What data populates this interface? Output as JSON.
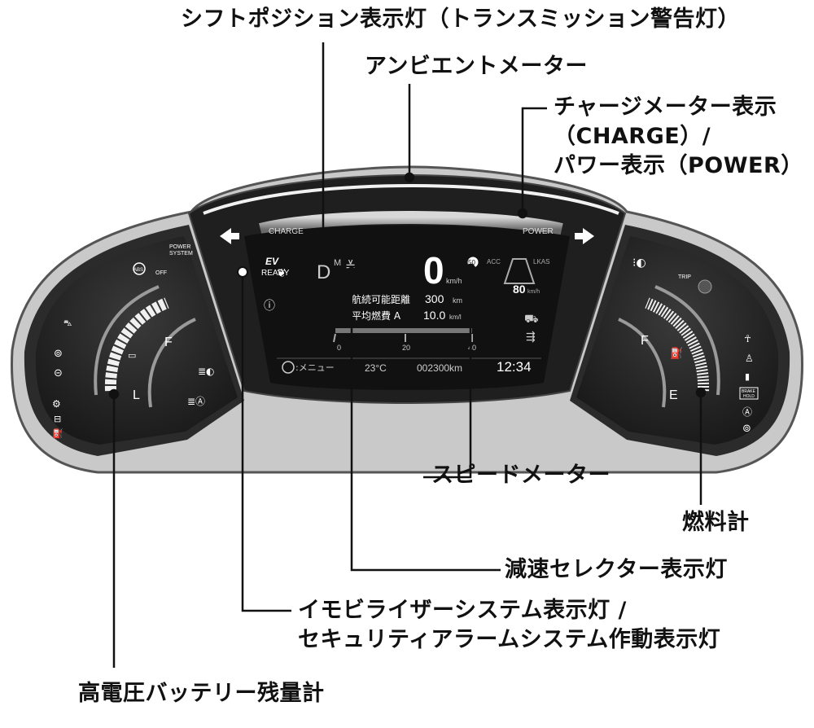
{
  "callouts": {
    "shift_position": "シフトポジション表示灯（トランスミッション警告灯）",
    "ambient_meter": "アンビエントメーター",
    "charge_power": [
      "チャージメーター表示",
      "（CHARGE）/",
      "パワー表示（POWER）"
    ],
    "speedometer": "スピードメーター",
    "fuel_gauge": "燃料計",
    "decel_selector": "減速セレクター表示灯",
    "immobilizer": [
      "イモビライザーシステム表示灯 /",
      "セキュリティアラームシステム作動表示灯"
    ],
    "hv_battery": "高電圧バッテリー残量計"
  },
  "display": {
    "charge_label": "CHARGE",
    "power_label": "POWER",
    "ev_label": "EV",
    "ready_label": "READY",
    "gear": "D",
    "mode": "M",
    "speed": "0",
    "speed_unit": "km/h",
    "acc_label": "ACC",
    "lkas_label": "LKAS",
    "set_speed": "80",
    "set_speed_unit": "km/h",
    "range_label": "航続可能距離",
    "range_value": "300",
    "range_unit": "km",
    "avg_fuel_label": "平均燃費 A",
    "avg_fuel_value": "10.0",
    "avg_fuel_unit": "km/l",
    "scale_0": "0",
    "scale_20": "20",
    "scale_40": "40",
    "menu_label": ":メニュー",
    "temperature": "23°C",
    "odometer": "002300km",
    "clock": "12:34",
    "power_system": [
      "POWER",
      "SYSTEM"
    ],
    "off_label": "OFF",
    "gauge_f_left": "F",
    "gauge_l": "L",
    "gauge_f_right": "F",
    "gauge_e": "E",
    "trip_label": "TRIP",
    "brake_hold": [
      "BRAKE",
      "HOLD"
    ],
    "speed_limit_50": "50",
    "abs_label": "ABS"
  }
}
